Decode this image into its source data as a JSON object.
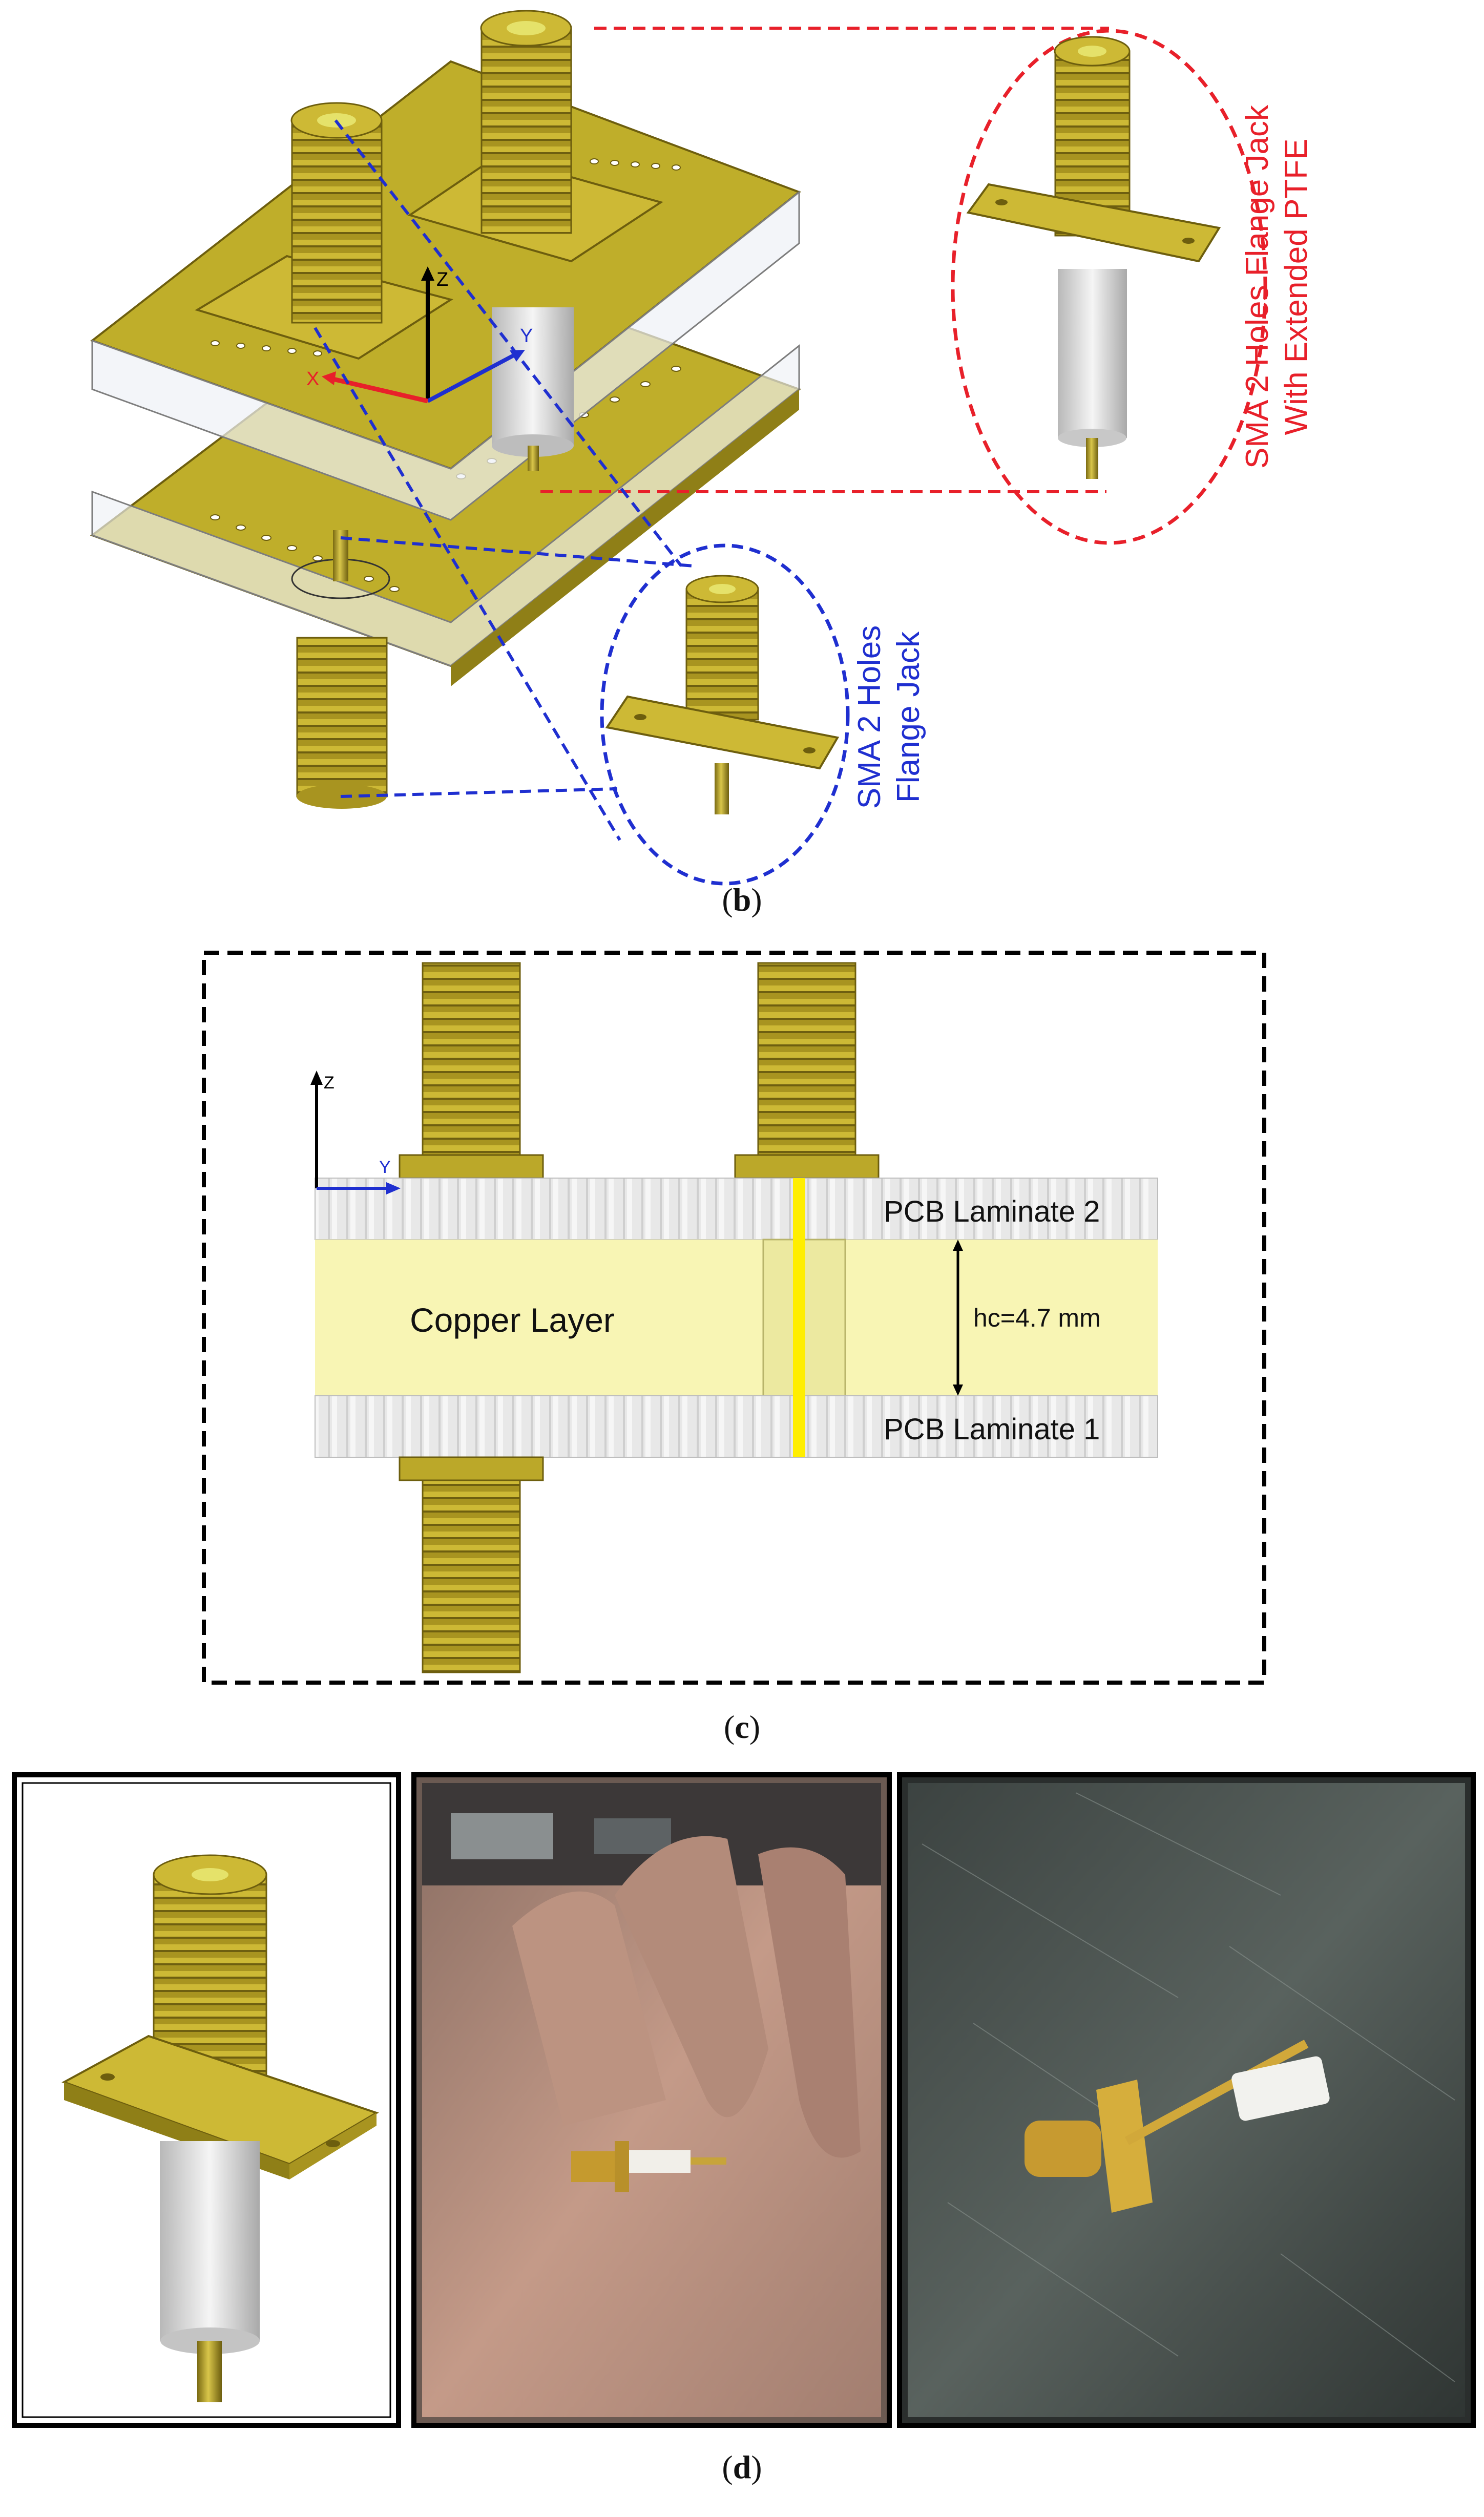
{
  "panel_b": {
    "caption_left": "(",
    "caption_letter": "b",
    "caption_right": ")",
    "axis_z": "Z",
    "axis_y": "Y",
    "axis_x": "X",
    "red_label_line1": "SMA 2 Holes Flange Jack",
    "red_label_line2": "With Extended PTFE",
    "blue_label_line1": "SMA 2 Holes",
    "blue_label_line2": "Flange Jack",
    "colors": {
      "red": "#e8202a",
      "blue": "#1f2fd0",
      "gold": "#b9a524",
      "gold_dark": "#6d5e0e"
    }
  },
  "panel_c": {
    "caption_left": "(",
    "caption_letter": "c",
    "caption_right": ")",
    "axis_z": "Z",
    "axis_y": "Y",
    "laminate_top": "PCB Laminate 2",
    "laminate_bottom": "PCB Laminate 1",
    "copper_label": "Copper Layer",
    "height_label": "hc=4.7 mm",
    "colors": {
      "copper": "#f8f5b4",
      "via": "#ffee00",
      "laminate": "#e4e4e4"
    }
  },
  "panel_d": {
    "caption_left": "(",
    "caption_letter": "d",
    "caption_right": ")",
    "images": [
      "cad-render",
      "photo-in-hand",
      "photo-on-bench"
    ]
  }
}
